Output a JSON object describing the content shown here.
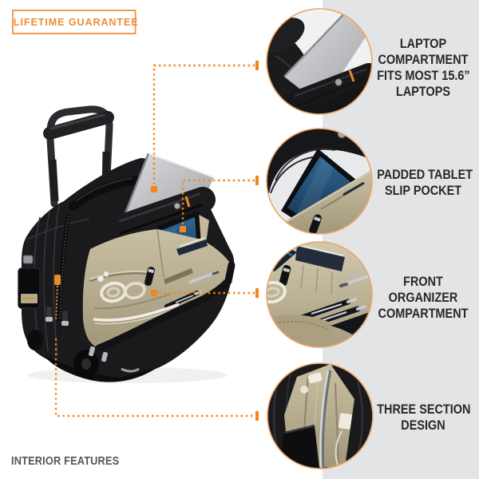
{
  "badge": {
    "label": "LIFETIME GUARANTEE"
  },
  "footer": {
    "label": "INTERIOR FEATURES"
  },
  "features": [
    {
      "id": "laptop-compartment",
      "lines": [
        "LAPTOP",
        "COMPARTMENT",
        "FITS MOST 15.6”",
        "LAPTOPS"
      ]
    },
    {
      "id": "tablet-pocket",
      "lines": [
        "PADDED TABLET",
        "SLIP POCKET"
      ]
    },
    {
      "id": "front-organizer",
      "lines": [
        "FRONT",
        "ORGANIZER",
        "COMPARTMENT"
      ]
    },
    {
      "id": "three-section",
      "lines": [
        "THREE SECTION",
        "DESIGN"
      ]
    }
  ],
  "colors": {
    "accent_orange": "#f0861c",
    "badge_orange": "#ee8c3a",
    "panel_gray": "#e3e4e6",
    "headline_text": "#282828",
    "footer_text": "#54555a",
    "circle_ring": "#eaa768"
  }
}
